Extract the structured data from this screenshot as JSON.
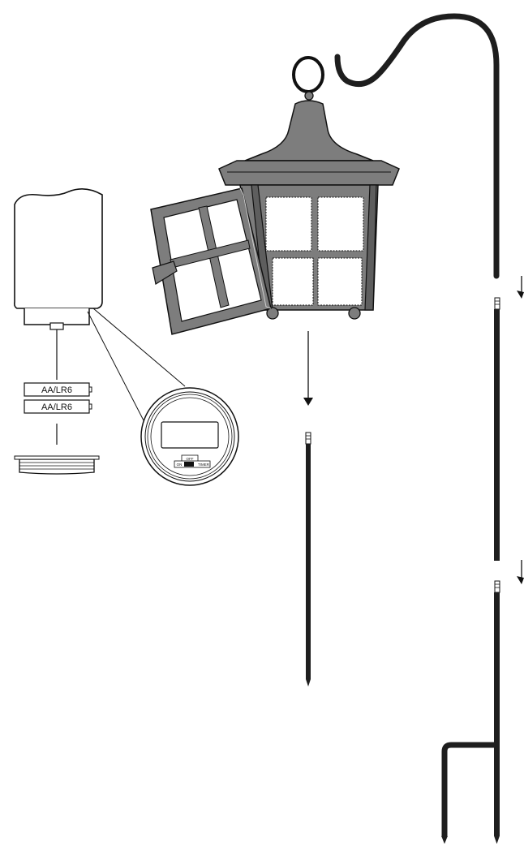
{
  "batteries": {
    "top_label": "AA/LR6",
    "bottom_label": "AA/LR6"
  },
  "switch": {
    "top_label": "OFF",
    "left_label": "ON",
    "right_label": "TIMER"
  },
  "colors": {
    "outline": "#111111",
    "lantern_body": "#7d7d7d",
    "lantern_dark": "#5e5e5e",
    "pole": "#1e1e1e",
    "candle_fill": "#ffffff",
    "background": "#ffffff"
  }
}
